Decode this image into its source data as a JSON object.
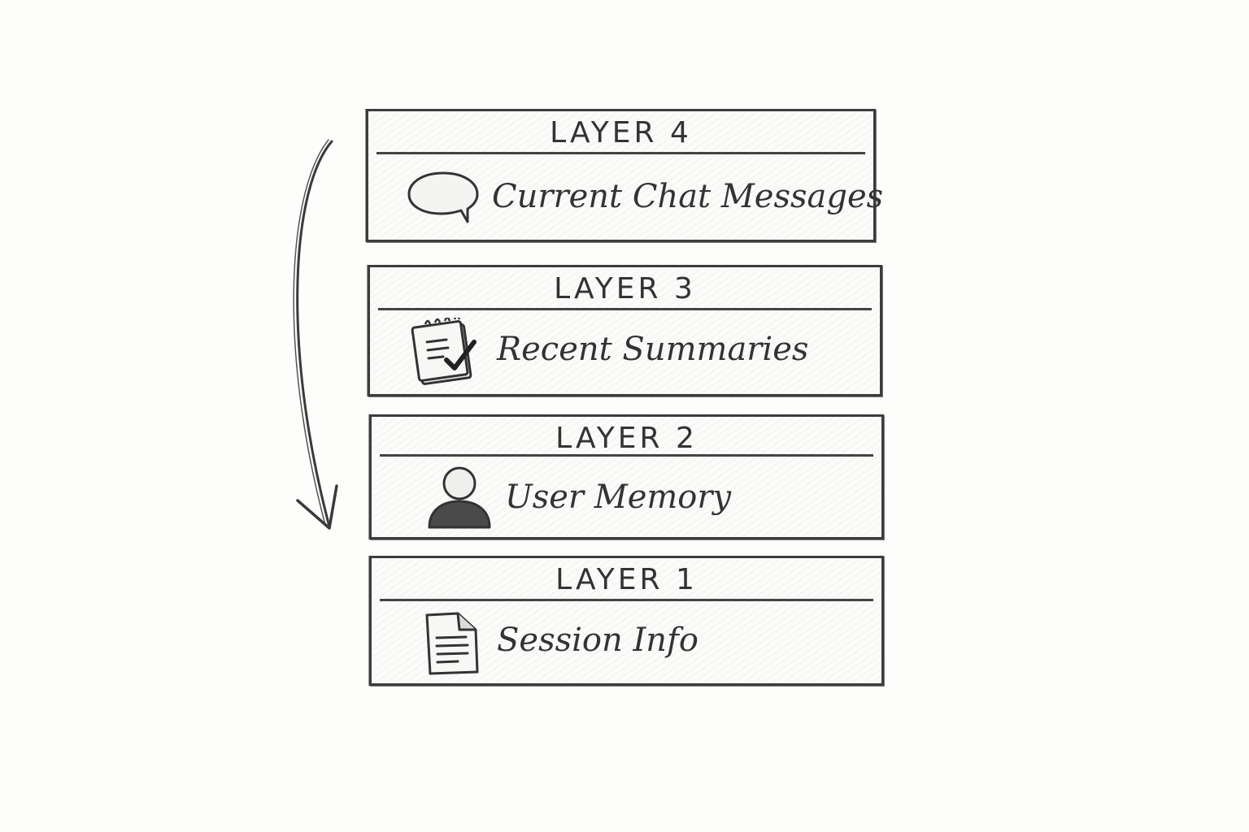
{
  "diagram": {
    "layers": [
      {
        "title": "LAYER 4",
        "label": "Current Chat Messages",
        "icon": "chat-bubble-icon"
      },
      {
        "title": "LAYER 3",
        "label": "Recent Summaries",
        "icon": "notepad-check-icon"
      },
      {
        "title": "LAYER 2",
        "label": "User Memory",
        "icon": "user-icon"
      },
      {
        "title": "LAYER 1",
        "label": "Session Info",
        "icon": "document-icon"
      }
    ],
    "arrow": {
      "direction": "down",
      "icon": "curved-arrow-down-icon"
    },
    "colors": {
      "ink": "#3c3c3c",
      "paper": "#fdfdfc"
    }
  }
}
